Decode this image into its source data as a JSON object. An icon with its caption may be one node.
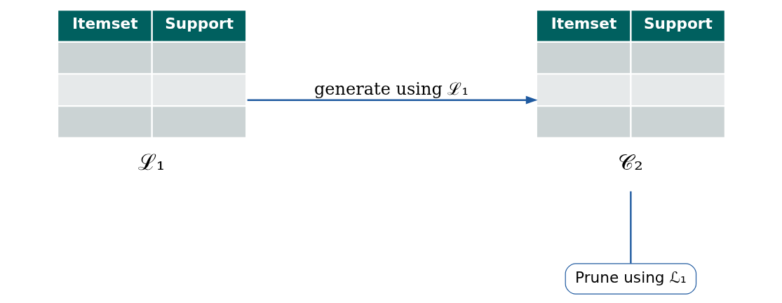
{
  "diagram": {
    "nodes": [
      {
        "text": [
          "Itemset",
          "Support"
        ],
        "beside": [
          "ℒ₁"
        ]
      },
      {
        "text": [
          "Itemset",
          "Support"
        ],
        "beside": [
          "𝒞₂"
        ]
      },
      {
        "text": [
          "Prune using ℒ₁"
        ]
      }
    ],
    "edges": [
      {
        "from": 0,
        "to": 1,
        "arrow": "to",
        "label": "generate using ℒ₁"
      },
      {
        "from": 2,
        "to": 1,
        "arrow": "none"
      }
    ]
  }
}
